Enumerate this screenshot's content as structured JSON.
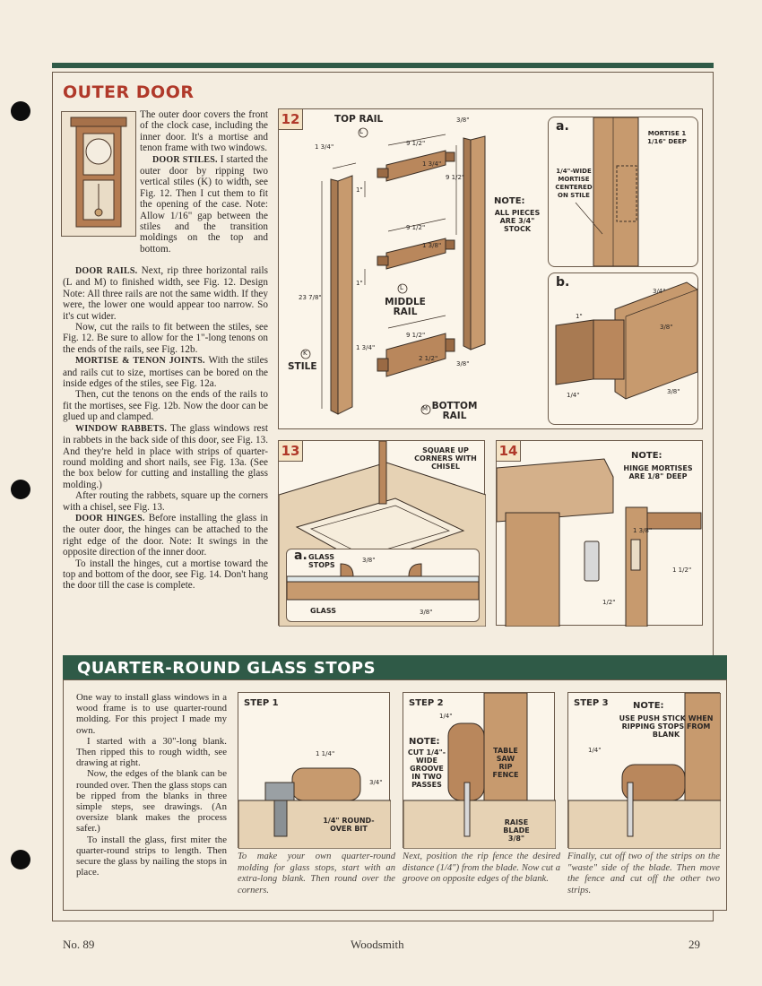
{
  "section": {
    "title": "OUTER DOOR",
    "paragraphs": [
      {
        "lead": "",
        "text": "The outer door covers the front of the clock case, including the inner door. It's a mortise and tenon frame with two windows."
      },
      {
        "lead": "DOOR STILES.",
        "text": " I started the outer door by ripping two vertical stiles (K) to width, see Fig. 12. Then I cut them to fit the opening of the case. Note: Allow 1/16\" gap between the stiles and the transition moldings on the top and bottom."
      },
      {
        "lead": "DOOR RAILS.",
        "text": " Next, rip three horizontal rails (L and M) to finished width, see Fig. 12. Design Note: All three rails are not the same width. If they were, the lower one would appear too narrow. So it's cut wider."
      },
      {
        "lead": "",
        "text": "Now, cut the rails to fit between the stiles, see Fig. 12. Be sure to allow for the 1\"-long tenons on the ends of the rails, see Fig. 12b."
      },
      {
        "lead": "MORTISE & TENON JOINTS.",
        "text": " With the stiles and rails cut to size, mortises can be bored on the inside edges of the stiles, see Fig. 12a."
      },
      {
        "lead": "",
        "text": "Then, cut the tenons on the ends of the rails to fit the mortises, see Fig. 12b. Now the door can be glued up and clamped."
      },
      {
        "lead": "WINDOW RABBETS.",
        "text": " The glass windows rest in rabbets in the back side of this door, see Fig. 13. And they're held in place with strips of quarter-round molding and short nails, see Fig. 13a. (See the box below for cutting and installing the glass molding.)"
      },
      {
        "lead": "",
        "text": "After routing the rabbets, square up the corners with a chisel, see Fig. 13."
      },
      {
        "lead": "DOOR HINGES.",
        "text": " Before installing the glass in the outer door, the hinges can be attached to the right edge of the door. Note: It swings in the opposite direction of the inner door."
      },
      {
        "lead": "",
        "text": "To install the hinges, cut a mortise toward the top and bottom of the door, see Fig. 14. Don't hang the door till the case is complete."
      }
    ]
  },
  "fig12": {
    "number": "12",
    "top_rail": "TOP RAIL",
    "middle_rail": "MIDDLE RAIL",
    "bottom_rail": "BOTTOM RAIL",
    "stile": "STILE",
    "part_l": "L",
    "part_m": "M",
    "part_k": "K",
    "note_title": "NOTE:",
    "note_text": "ALL PIECES ARE 3/4\" STOCK",
    "dims": {
      "d1": "1 3/4\"",
      "d2": "9 1/2\"",
      "d3": "1 3/4\"",
      "d4": "1\"",
      "d5": "9 1/2\"",
      "d6": "1 3/8\"",
      "d7": "1\"",
      "d8": "23 7/8\"",
      "d9": "9 1/2\"",
      "d10": "1 3/4\"",
      "d11": "2 1/2\"",
      "d12": "3/8\"",
      "d13": "3/8\"",
      "d14": "9 1/2\""
    },
    "a_letter": "a.",
    "a_mortise": "MORTISE 1 1/16\" DEEP",
    "a_note": "1/4\"-WIDE MORTISE CENTERED ON STILE",
    "b_letter": "b.",
    "b_dims": {
      "b1": "3/4\"",
      "b2": "1\"",
      "b3": "3/8\"",
      "b4": "1/4\"",
      "b5": "3/8\""
    }
  },
  "fig13": {
    "number": "13",
    "note": "SQUARE UP CORNERS WITH CHISEL",
    "a_letter": "a.",
    "glass_stops": "GLASS STOPS",
    "glass": "GLASS",
    "dim1": "3/8\"",
    "dim2": "3/8\""
  },
  "fig14": {
    "number": "14",
    "note_title": "NOTE:",
    "note_text": "HINGE MORTISES ARE 1/8\" DEEP",
    "dim1": "1 3/8\"",
    "dim2": "1 1/2\"",
    "dim3": "1/2\""
  },
  "box": {
    "title": "QUARTER-ROUND GLASS STOPS",
    "paragraphs": [
      "One way to install glass windows in a wood frame is to use quarter-round molding. For this project I made my own.",
      "I started with a 30\"-long blank. Then ripped this to rough width, see drawing at right.",
      "Now, the edges of the blank can be rounded over. Then the glass stops can be ripped from the blanks in three simple steps, see drawings. (An oversize blank makes the process safer.)",
      "To install the glass, first miter the quarter-round strips to length. Then secure the glass by nailing the stops in place."
    ],
    "step1": {
      "label": "STEP 1",
      "dim1": "1 1/4\"",
      "dim2": "3/4\"",
      "bit": "1/4\" ROUND-OVER BIT",
      "caption": "To make your own quarter-round molding for glass stops, start with an extra-long blank. Then round over the corners."
    },
    "step2": {
      "label": "STEP 2",
      "dim1": "1/4\"",
      "note_title": "NOTE:",
      "note": "CUT 1/4\"-WIDE GROOVE IN TWO PASSES",
      "fence": "TABLE SAW RIP FENCE",
      "blade": "RAISE BLADE 3/8\"",
      "caption": "Next, position the rip fence the desired distance (1/4\") from the blade. Now cut a groove on opposite edges of the blank."
    },
    "step3": {
      "label": "STEP 3",
      "note_title": "NOTE:",
      "note": "USE PUSH STICK WHEN RIPPING STOPS FROM BLANK",
      "dim1": "1/4\"",
      "caption": "Finally, cut off two of the strips on the \"waste\" side of the blade. Then move the fence and cut off the other two strips."
    }
  },
  "footer": {
    "issue": "No. 89",
    "magazine": "Woodsmith",
    "page": "29"
  }
}
